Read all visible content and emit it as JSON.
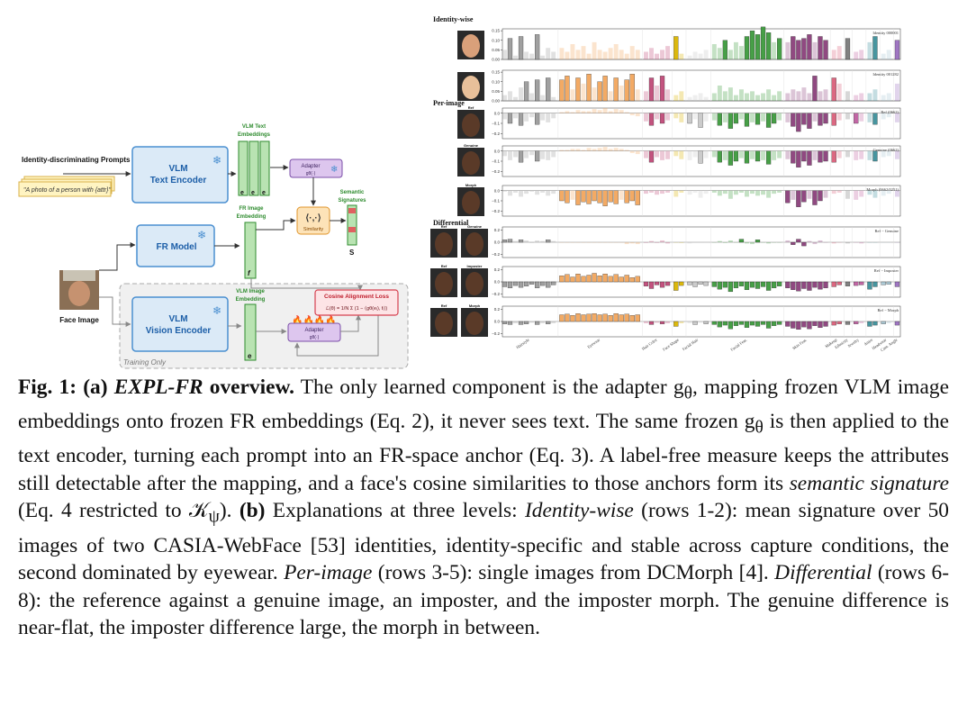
{
  "diagram": {
    "prompts_title": "Identity-discriminating Prompts",
    "prompt_example": "\"A photo of a person with {attr}\"",
    "text_encoder": [
      "VLM",
      "Text Encoder"
    ],
    "text_emb_title": [
      "VLM Text",
      "Embeddings"
    ],
    "text_emb_labels": [
      "e",
      "e",
      "e"
    ],
    "adapter_top": [
      "Adapter",
      "gθ(·)"
    ],
    "similarity": [
      "⟨·,·⟩",
      "Similarity"
    ],
    "sem_sig_title": [
      "Semantic",
      "Signatures"
    ],
    "sem_sig_label": "S",
    "fr_model": "FR Model",
    "fr_emb_title": [
      "FR Image",
      "Embedding"
    ],
    "fr_emb_label": "f",
    "face_label": "Face Image",
    "vision_encoder": [
      "VLM",
      "Vision Encoder"
    ],
    "vlm_img_emb_title": [
      "VLM Image",
      "Embedding"
    ],
    "vlm_img_emb_label": "e",
    "adapter_bottom": [
      "Adapter",
      "gθ(·)"
    ],
    "loss_title": "Cosine Alignment Loss",
    "loss_formula": "ℒ(θ) = 1/N Σ (1 − ⟨gθ(eᵢ), fᵢ⟩)",
    "training_only": "Training Only"
  },
  "chart_data": {
    "type": "bar",
    "groups": [
      {
        "name": "Identity-wise",
        "rows": [
          0,
          1
        ]
      },
      {
        "name": "Per-image",
        "rows": [
          2,
          3,
          4
        ]
      },
      {
        "name": "Differential",
        "rows": [
          5,
          6,
          7
        ]
      }
    ],
    "categories": [
      "Hairstyle",
      "Eyewear",
      "Hair Color",
      "Face Shape",
      "Facial Hair",
      "Facial Feat.",
      "Skin Feat.",
      "Makeup",
      "Ethnicity",
      "Jewelry",
      "Attire",
      "Headwear",
      "Cam. Angle"
    ],
    "category_colors": [
      "#9b9b9b",
      "#f2a55c",
      "#c04a78",
      "#d9b400",
      "#c8c8c8",
      "#3d9a3d",
      "#8a3f7a",
      "#d9607a",
      "#7a7a7a",
      "#bf5fa0",
      "#3d8f9a",
      "#a9c7d4",
      "#9a6fbf"
    ],
    "rows": [
      {
        "label": "Identity 000001",
        "faces": [],
        "yticks": [
          "0.15",
          "0.10",
          "0.05",
          "0.00"
        ],
        "ylim": [
          0,
          0.16
        ],
        "values": {
          "Hairstyle": [
            0.05,
            0.11,
            0.02,
            0.12,
            0.04,
            0.03,
            0.13,
            0.02,
            0.06,
            0.04
          ],
          "Eyewear": [
            0.06,
            0.04,
            0.08,
            0.05,
            0.07,
            0.03,
            0.09,
            0.05,
            0.04,
            0.06,
            0.08,
            0.05,
            0.03,
            0.07,
            0.05
          ],
          "Hair Color": [
            0.04,
            0.06,
            0.03,
            0.05,
            0.07
          ],
          "Face Shape": [
            0.12,
            0.03
          ],
          "Facial Hair": [
            0.02,
            0.04,
            0.03,
            0.05
          ],
          "Facial Feat.": [
            0.08,
            0.06,
            0.1,
            0.05,
            0.09,
            0.07,
            0.12,
            0.15,
            0.13,
            0.17,
            0.14,
            0.09,
            0.11
          ],
          "Skin Feat.": [
            0.09,
            0.12,
            0.1,
            0.11,
            0.13,
            0.09,
            0.12,
            0.1
          ],
          "Makeup": [
            0.05,
            0.07
          ],
          "Ethnicity": [
            0.11
          ],
          "Jewelry": [
            0.04,
            0.05
          ],
          "Attire": [
            0.09,
            0.12
          ],
          "Headwear": [
            0.03,
            0.05
          ],
          "Cam. Angle": [
            0.1
          ]
        }
      },
      {
        "label": "Identity 001282",
        "faces": [],
        "yticks": [
          "0.15",
          "0.10",
          "0.05",
          "0.00"
        ],
        "ylim": [
          0,
          0.16
        ],
        "values": {
          "Hairstyle": [
            0.03,
            0.05,
            0.02,
            0.07,
            0.1,
            0.04,
            0.11,
            0.03,
            0.12,
            0.02
          ],
          "Eyewear": [
            0.11,
            0.13,
            0.06,
            0.12,
            0.09,
            0.14,
            0.07,
            0.1,
            0.13,
            0.05,
            0.12,
            0.08,
            0.11,
            0.14,
            0.06
          ],
          "Hair Color": [
            0.05,
            0.12,
            0.08,
            0.13,
            0.06
          ],
          "Face Shape": [
            0.03,
            0.05
          ],
          "Facial Hair": [
            0.02,
            0.03,
            0.04,
            0.02
          ],
          "Facial Feat.": [
            0.04,
            0.08,
            0.05,
            0.07,
            0.03,
            0.06,
            0.04,
            0.05,
            0.03,
            0.04,
            0.06,
            0.03,
            0.05
          ],
          "Skin Feat.": [
            0.04,
            0.06,
            0.05,
            0.07,
            0.04,
            0.13,
            0.05,
            0.06
          ],
          "Makeup": [
            0.12,
            0.09
          ],
          "Ethnicity": [
            0.05
          ],
          "Jewelry": [
            0.03,
            0.04
          ],
          "Attire": [
            0.04,
            0.06
          ],
          "Headwear": [
            0.03,
            0.04
          ],
          "Cam. Angle": [
            0.09
          ]
        }
      },
      {
        "label": "Ref (0662)",
        "faces": [
          "Ref"
        ],
        "yticks": [
          "0.0",
          "−0.1",
          "−0.2"
        ],
        "ylim": [
          -0.25,
          0.05
        ],
        "values": {
          "Hairstyle": [
            -0.06,
            -0.1,
            -0.05,
            -0.12,
            -0.08,
            -0.04,
            -0.11,
            -0.07,
            -0.09,
            -0.05
          ],
          "Eyewear": [
            0.01,
            0.02,
            0.01,
            0.03,
            0.02,
            0.02,
            0.04,
            0.03,
            0.05,
            0.02,
            0.04,
            0.03,
            0.01,
            -0.02,
            -0.03
          ],
          "Hair Color": [
            -0.08,
            -0.12,
            -0.06,
            -0.1,
            -0.07
          ],
          "Face Shape": [
            -0.05,
            -0.09
          ],
          "Facial Hair": [
            -0.1,
            -0.06,
            -0.14,
            -0.08
          ],
          "Facial Feat.": [
            -0.07,
            -0.12,
            -0.09,
            -0.15,
            -0.1,
            -0.06,
            -0.13,
            -0.09,
            -0.11,
            -0.08,
            -0.14,
            -0.1,
            -0.07
          ],
          "Skin Feat.": [
            -0.09,
            -0.13,
            -0.18,
            -0.11,
            -0.15,
            -0.08,
            -0.12,
            -0.1
          ],
          "Makeup": [
            -0.12,
            -0.07
          ],
          "Ethnicity": [
            -0.06
          ],
          "Jewelry": [
            -0.1,
            -0.08
          ],
          "Attire": [
            -0.09,
            -0.11
          ],
          "Headwear": [
            -0.06,
            -0.04
          ],
          "Cam. Angle": [
            -0.09
          ]
        }
      },
      {
        "label": "Genuine (0662)",
        "faces": [
          "Genuine"
        ],
        "yticks": [
          "0.0",
          "−0.1",
          "−0.2"
        ],
        "ylim": [
          -0.25,
          0.05
        ],
        "values": {
          "Hairstyle": [
            -0.05,
            -0.09,
            -0.06,
            -0.11,
            -0.07,
            -0.04,
            -0.1,
            -0.08,
            -0.09,
            -0.06
          ],
          "Eyewear": [
            0.01,
            0.01,
            0.02,
            0.02,
            0.01,
            0.03,
            0.02,
            0.03,
            0.04,
            0.02,
            0.03,
            0.02,
            0.01,
            -0.02,
            -0.03
          ],
          "Hair Color": [
            -0.07,
            -0.11,
            -0.06,
            -0.09,
            -0.08
          ],
          "Face Shape": [
            -0.05,
            -0.08
          ],
          "Facial Hair": [
            -0.09,
            -0.06,
            -0.12,
            -0.07
          ],
          "Facial Feat.": [
            -0.06,
            -0.11,
            -0.09,
            -0.14,
            -0.1,
            -0.07,
            -0.12,
            -0.08,
            -0.1,
            -0.09,
            -0.13,
            -0.09,
            -0.07
          ],
          "Skin Feat.": [
            -0.08,
            -0.12,
            -0.16,
            -0.1,
            -0.14,
            -0.09,
            -0.11,
            -0.1
          ],
          "Makeup": [
            -0.11,
            -0.07
          ],
          "Ethnicity": [
            -0.06
          ],
          "Jewelry": [
            -0.09,
            -0.08
          ],
          "Attire": [
            -0.09,
            -0.1
          ],
          "Headwear": [
            -0.06,
            -0.05
          ],
          "Cam. Angle": [
            -0.08
          ]
        }
      },
      {
        "label": "Morph (0662/0251)",
        "faces": [
          "Morph"
        ],
        "yticks": [
          "0.0",
          "−0.1",
          "−0.2"
        ],
        "ylim": [
          -0.25,
          0.05
        ],
        "values": {
          "Hairstyle": [
            -0.01,
            -0.05,
            -0.02,
            -0.06,
            -0.03,
            -0.01,
            -0.04,
            -0.02,
            -0.05,
            -0.03
          ],
          "Eyewear": [
            -0.1,
            -0.12,
            -0.09,
            -0.14,
            -0.11,
            -0.13,
            -0.1,
            -0.12,
            -0.15,
            -0.11,
            -0.13,
            -0.09,
            -0.12,
            -0.1,
            -0.14
          ],
          "Hair Color": [
            -0.03,
            -0.02,
            -0.04,
            -0.03,
            -0.02
          ],
          "Face Shape": [
            -0.06,
            -0.02
          ],
          "Facial Hair": [
            -0.04,
            -0.02,
            -0.07,
            -0.03
          ],
          "Facial Feat.": [
            -0.02,
            -0.05,
            -0.03,
            -0.08,
            -0.04,
            -0.02,
            -0.06,
            -0.03,
            -0.05,
            -0.04,
            -0.07,
            -0.03,
            -0.02
          ],
          "Skin Feat.": [
            -0.12,
            -0.09,
            -0.16,
            -0.11,
            -0.08,
            -0.14,
            -0.1,
            -0.07
          ],
          "Makeup": [
            -0.03,
            -0.02
          ],
          "Ethnicity": [
            -0.08
          ],
          "Jewelry": [
            -0.09,
            -0.06
          ],
          "Attire": [
            -0.04,
            -0.07
          ],
          "Headwear": [
            -0.05,
            -0.03
          ],
          "Cam. Angle": [
            -0.06
          ]
        }
      },
      {
        "label": "Ref − Genuine",
        "faces": [
          "Ref",
          "Genuine"
        ],
        "yticks": [
          "0.2",
          "0.0",
          "−0.2"
        ],
        "ylim": [
          -0.25,
          0.25
        ],
        "values": {
          "Hairstyle": [
            0.04,
            0.05,
            0.02,
            0.04,
            0.03,
            -0.01,
            0.03,
            0.02,
            0.04,
            0.02
          ],
          "Eyewear": [
            0.0,
            0.0,
            0.0,
            0.0,
            0.0,
            0.0,
            0.0,
            0.0,
            0.0,
            0.0,
            0.0,
            0.0,
            -0.03,
            -0.02,
            -0.03
          ],
          "Hair Color": [
            -0.01,
            0.02,
            -0.01,
            0.03,
            -0.02
          ],
          "Face Shape": [
            0.0,
            -0.01
          ],
          "Facial Hair": [
            -0.02,
            -0.01,
            -0.01,
            0.0
          ],
          "Facial Feat.": [
            0.0,
            0.02,
            -0.01,
            0.03,
            0.0,
            0.05,
            -0.02,
            -0.03,
            0.04,
            0.0,
            -0.02,
            0.0,
            0.0
          ],
          "Skin Feat.": [
            0.03,
            -0.04,
            0.05,
            -0.06,
            0.02,
            -0.03,
            0.03,
            0.0
          ],
          "Makeup": [
            -0.02,
            0.0
          ],
          "Ethnicity": [
            -0.02
          ],
          "Jewelry": [
            0.0,
            -0.02
          ],
          "Attire": [
            0.0,
            0.0
          ],
          "Headwear": [
            0.0,
            0.0
          ],
          "Cam. Angle": [
            0.0
          ]
        }
      },
      {
        "label": "Ref − Imposter",
        "faces": [
          "Ref",
          "Imposter"
        ],
        "yticks": [
          "0.2",
          "0.0",
          "−0.2"
        ],
        "ylim": [
          -0.25,
          0.25
        ],
        "values": {
          "Hairstyle": [
            -0.08,
            -0.1,
            -0.06,
            -0.09,
            -0.07,
            -0.04,
            -0.1,
            -0.06,
            -0.09,
            -0.05
          ],
          "Eyewear": [
            0.1,
            0.12,
            0.08,
            0.13,
            0.09,
            0.11,
            0.14,
            0.1,
            0.13,
            0.09,
            0.12,
            0.08,
            0.11,
            0.07,
            0.09
          ],
          "Hair Color": [
            -0.07,
            -0.11,
            -0.05,
            -0.09,
            -0.06
          ],
          "Face Shape": [
            -0.14,
            -0.06
          ],
          "Facial Hair": [
            -0.05,
            -0.08,
            -0.04,
            -0.06
          ],
          "Facial Feat.": [
            -0.08,
            -0.12,
            -0.09,
            -0.16,
            -0.1,
            -0.07,
            -0.13,
            -0.09,
            -0.11,
            -0.08,
            -0.14,
            -0.1,
            -0.07
          ],
          "Skin Feat.": [
            -0.1,
            -0.13,
            -0.15,
            -0.11,
            -0.14,
            -0.09,
            -0.12,
            -0.1
          ],
          "Makeup": [
            -0.08,
            -0.05
          ],
          "Ethnicity": [
            -0.07
          ],
          "Jewelry": [
            -0.06,
            -0.05
          ],
          "Attire": [
            -0.12,
            -0.08
          ],
          "Headwear": [
            -0.05,
            -0.04
          ],
          "Cam. Angle": [
            -0.08
          ]
        }
      },
      {
        "label": "Ref − Morph",
        "faces": [
          "Ref",
          "Morph"
        ],
        "yticks": [
          "0.2",
          "0.0",
          "−0.2"
        ],
        "ylim": [
          -0.25,
          0.25
        ],
        "values": {
          "Hairstyle": [
            -0.04,
            -0.05,
            -0.03,
            -0.05,
            -0.04,
            -0.02,
            -0.05,
            -0.03,
            -0.04,
            -0.03
          ],
          "Eyewear": [
            0.11,
            0.12,
            0.1,
            0.13,
            0.11,
            0.12,
            0.13,
            0.11,
            0.12,
            0.1,
            0.13,
            0.11,
            0.12,
            0.1,
            0.11
          ],
          "Hair Color": [
            -0.03,
            -0.05,
            -0.02,
            -0.04,
            -0.03
          ],
          "Face Shape": [
            -0.08,
            -0.03
          ],
          "Facial Hair": [
            -0.03,
            -0.05,
            -0.02,
            -0.04
          ],
          "Facial Feat.": [
            -0.05,
            -0.09,
            -0.06,
            -0.12,
            -0.07,
            -0.05,
            -0.1,
            -0.06,
            -0.08,
            -0.05,
            -0.11,
            -0.07,
            -0.05
          ],
          "Skin Feat.": [
            -0.08,
            -0.11,
            -0.13,
            -0.09,
            -0.12,
            -0.07,
            -0.1,
            -0.08
          ],
          "Makeup": [
            -0.06,
            -0.04
          ],
          "Ethnicity": [
            -0.05
          ],
          "Jewelry": [
            -0.04,
            -0.03
          ],
          "Attire": [
            -0.08,
            -0.06
          ],
          "Headwear": [
            -0.04,
            -0.03
          ],
          "Cam. Angle": [
            -0.06
          ]
        }
      }
    ]
  },
  "caption": {
    "fig_label": "Fig. 1:",
    "part_a": "(a)",
    "method": "EXPL-FR",
    "overview": "overview.",
    "s1": "The only learned component is the adapter g",
    "s1_sub": "θ",
    "s1b": ", mapping frozen VLM image embeddings onto frozen FR embeddings (Eq. 2), it never sees text. The same frozen g",
    "s2_sub": "θ",
    "s2": " is then applied to the text encoder, turning each prompt into an FR-space anchor (Eq. 3). A label-free measure keeps the attributes still de­tectable after the mapping, and a face's cosine similarities to those anchors form its ",
    "semsig": "semantic signature",
    "s3": " (Eq. 4 restricted to 𝒦",
    "s3_sub": "ψ",
    "s3b": "). ",
    "part_b": "(b)",
    "s4": " Explanations at three levels: ",
    "idw": "Identity-wise",
    "s5": " (rows 1-2): mean signature over 50 images of two CASIA-WebFace [53] identities, identity-specific and stable across capture conditions, the second dominated by eye­wear. ",
    "per": "Per-image",
    "s6": " (rows 3-5): single images from DCMorph [4]. ",
    "diff": "Differential",
    "s7": " (rows 6-8): the reference against a genuine image, an imposter, and the imposter morph. The gen­uine difference is near-flat, the imposter difference large, the morph in between."
  }
}
